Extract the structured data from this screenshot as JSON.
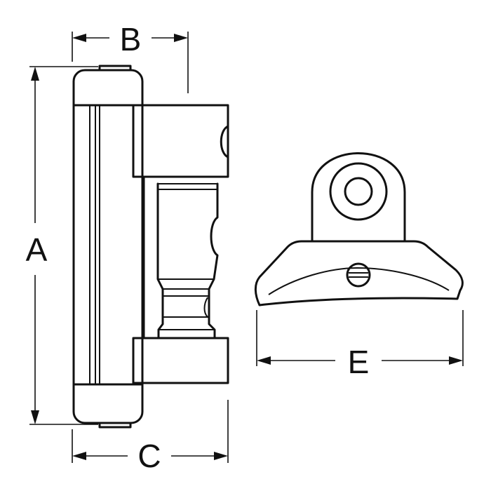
{
  "dimensions": {
    "a": "A",
    "b": "B",
    "c": "C",
    "e": "E"
  },
  "colors": {
    "line": "#111111",
    "background": "#ffffff"
  }
}
